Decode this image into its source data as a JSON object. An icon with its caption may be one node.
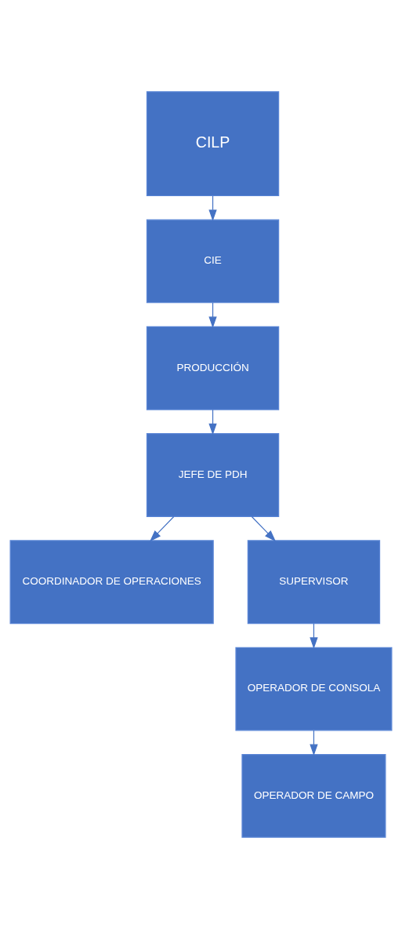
{
  "diagram": {
    "nodes": [
      {
        "text": [
          "CILP"
        ]
      },
      {
        "text": [
          "CIE"
        ]
      },
      {
        "text": [
          "PRODUCCIÓN"
        ]
      },
      {
        "text": [
          "JEFE DE PDH"
        ]
      },
      {
        "text": [
          "COORDINADOR DE OPERACIONES"
        ]
      },
      {
        "text": [
          "SUPERVISOR"
        ]
      },
      {
        "text": [
          "OPERADOR DE CONSOLA"
        ]
      },
      {
        "text": [
          "OPERADOR DE CAMPO"
        ]
      }
    ],
    "edges": [
      {
        "from": 0,
        "to": 1,
        "arrow": "to"
      },
      {
        "from": 1,
        "to": 2,
        "arrow": "to"
      },
      {
        "from": 2,
        "to": 3,
        "arrow": "to"
      },
      {
        "from": 3,
        "to": 4,
        "arrow": "to"
      },
      {
        "from": 3,
        "to": 5,
        "arrow": "to"
      },
      {
        "from": 5,
        "to": 6,
        "arrow": "to"
      },
      {
        "from": 6,
        "to": 7,
        "arrow": "to"
      }
    ]
  }
}
